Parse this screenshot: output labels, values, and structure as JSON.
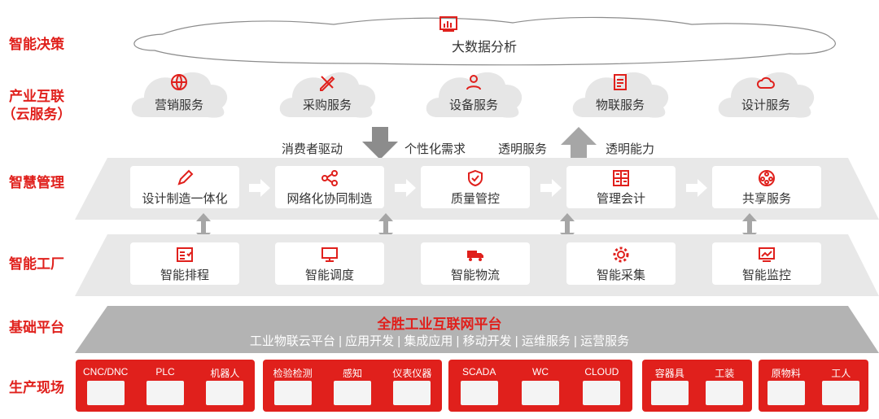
{
  "labels": {
    "decision": "智能决策",
    "industry_line1": "产业互联",
    "industry_line2": "（云服务）",
    "management": "智慧管理",
    "factory": "智能工厂",
    "platform": "基础平台",
    "field": "生产现场"
  },
  "top_cloud": {
    "label": "大数据分析",
    "icon": "bar-chart-icon"
  },
  "cloud_services": [
    {
      "label": "营销服务",
      "icon": "globe-icon"
    },
    {
      "label": "采购服务",
      "icon": "pencil-ruler-icon"
    },
    {
      "label": "设备服务",
      "icon": "people-icon"
    },
    {
      "label": "物联服务",
      "icon": "document-icon"
    },
    {
      "label": "设计服务",
      "icon": "cloud-signal-icon"
    }
  ],
  "mid_texts": [
    "消费者驱动",
    "个性化需求",
    "透明服务",
    "透明能力"
  ],
  "management_cards": [
    {
      "label": "设计制造一体化",
      "icon": "pencil-icon"
    },
    {
      "label": "网络化协同制造",
      "icon": "share-icon"
    },
    {
      "label": "质量管控",
      "icon": "shield-check-icon"
    },
    {
      "label": "管理会计",
      "icon": "calculator-icon"
    },
    {
      "label": "共享服务",
      "icon": "film-reel-icon"
    }
  ],
  "factory_cards": [
    {
      "label": "智能排程",
      "icon": "schedule-icon"
    },
    {
      "label": "智能调度",
      "icon": "monitor-icon"
    },
    {
      "label": "智能物流",
      "icon": "truck-icon"
    },
    {
      "label": "智能采集",
      "icon": "gear-icon"
    },
    {
      "label": "智能监控",
      "icon": "chart-monitor-icon"
    }
  ],
  "platform": {
    "title": "全胜工业互联网平台",
    "items": "工业物联云平台 | 应用开发 | 集成应用 | 移动开发 | 运维服务 | 运营服务"
  },
  "field_groups": [
    {
      "items": [
        "CNC/DNC",
        "PLC",
        "机器人"
      ]
    },
    {
      "items": [
        "检验检测",
        "感知",
        "仪表仪器"
      ]
    },
    {
      "items": [
        "SCADA",
        "WC",
        "CLOUD"
      ]
    },
    {
      "items": [
        "容器具",
        "工装"
      ]
    },
    {
      "items": [
        "原物料",
        "工人"
      ]
    }
  ],
  "colors": {
    "accent": "#e0201c",
    "band": "#e6e6e6",
    "arrow": "#a6a6a6"
  }
}
